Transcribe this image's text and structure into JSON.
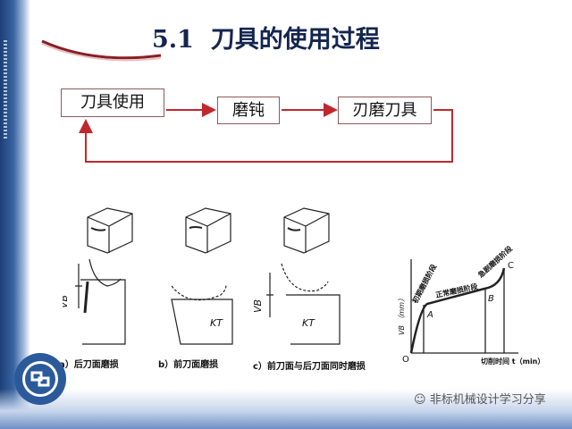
{
  "title": {
    "number": "5.1",
    "text": "刀具的使用过程"
  },
  "flow": {
    "step1": "刀具使用",
    "step2": "磨钝",
    "step3": "刃磨刀具"
  },
  "figures": {
    "a": {
      "label": "a）后刀面磨损",
      "vb": "VB"
    },
    "b": {
      "label": "b）前刀面磨损",
      "kt": "KT"
    },
    "c": {
      "label": "c）前刀面与后刀面同时磨损",
      "vb": "VB",
      "kt": "KT"
    }
  },
  "wear_chart": {
    "ylabel": "VB （mm）",
    "xlabel": "切削时间 t（min）",
    "origin": "O",
    "points": [
      "A",
      "B",
      "C"
    ],
    "stages": [
      "初期磨损阶段",
      "正常磨损阶段",
      "急剧磨损阶段"
    ]
  },
  "watermark": "非标机械设计学习分享",
  "colors": {
    "title": "#14254f",
    "arrow": "#c0282d",
    "sidebar": "#1c3f78"
  }
}
